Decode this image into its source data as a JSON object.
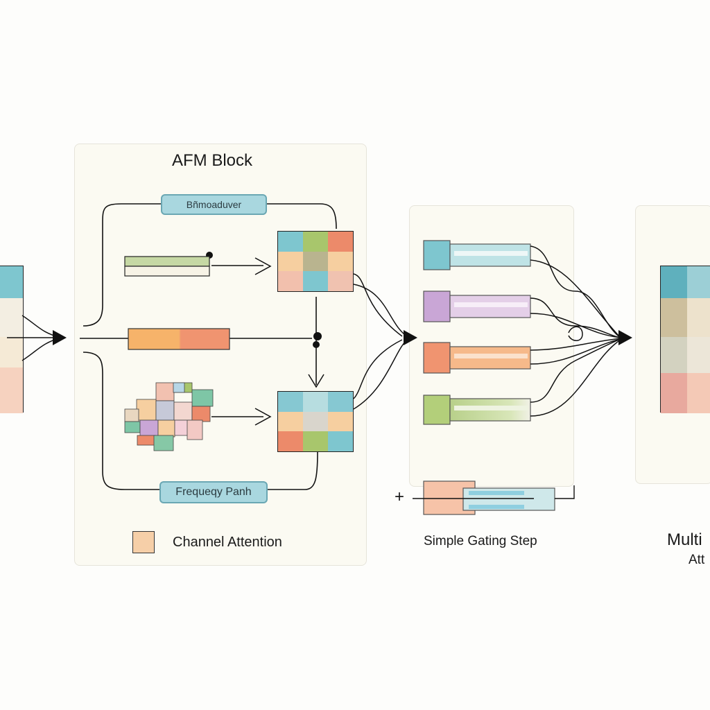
{
  "afm_block": {
    "title": "AFM Block",
    "top_path_label": "Bñmoaduver",
    "bottom_path_label": "Frequeqy Panh",
    "legend_label": "Channel Attention"
  },
  "gating": {
    "title": "Simple Gating Step",
    "plus_symbol": "+"
  },
  "multi": {
    "title_line1": "Multi",
    "title_line2": "Att"
  },
  "colors": {
    "teal": "#7ec6cf",
    "green": "#a8c66c",
    "coral": "#ec8a6a",
    "peach": "#f6cfa0",
    "lavender": "#c9a6d6",
    "orange": "#f6b36a",
    "pink": "#f2c4c0"
  },
  "icons": [
    "arrow-head-icon",
    "knot-icon",
    "swatch-icon",
    "plus-icon"
  ]
}
